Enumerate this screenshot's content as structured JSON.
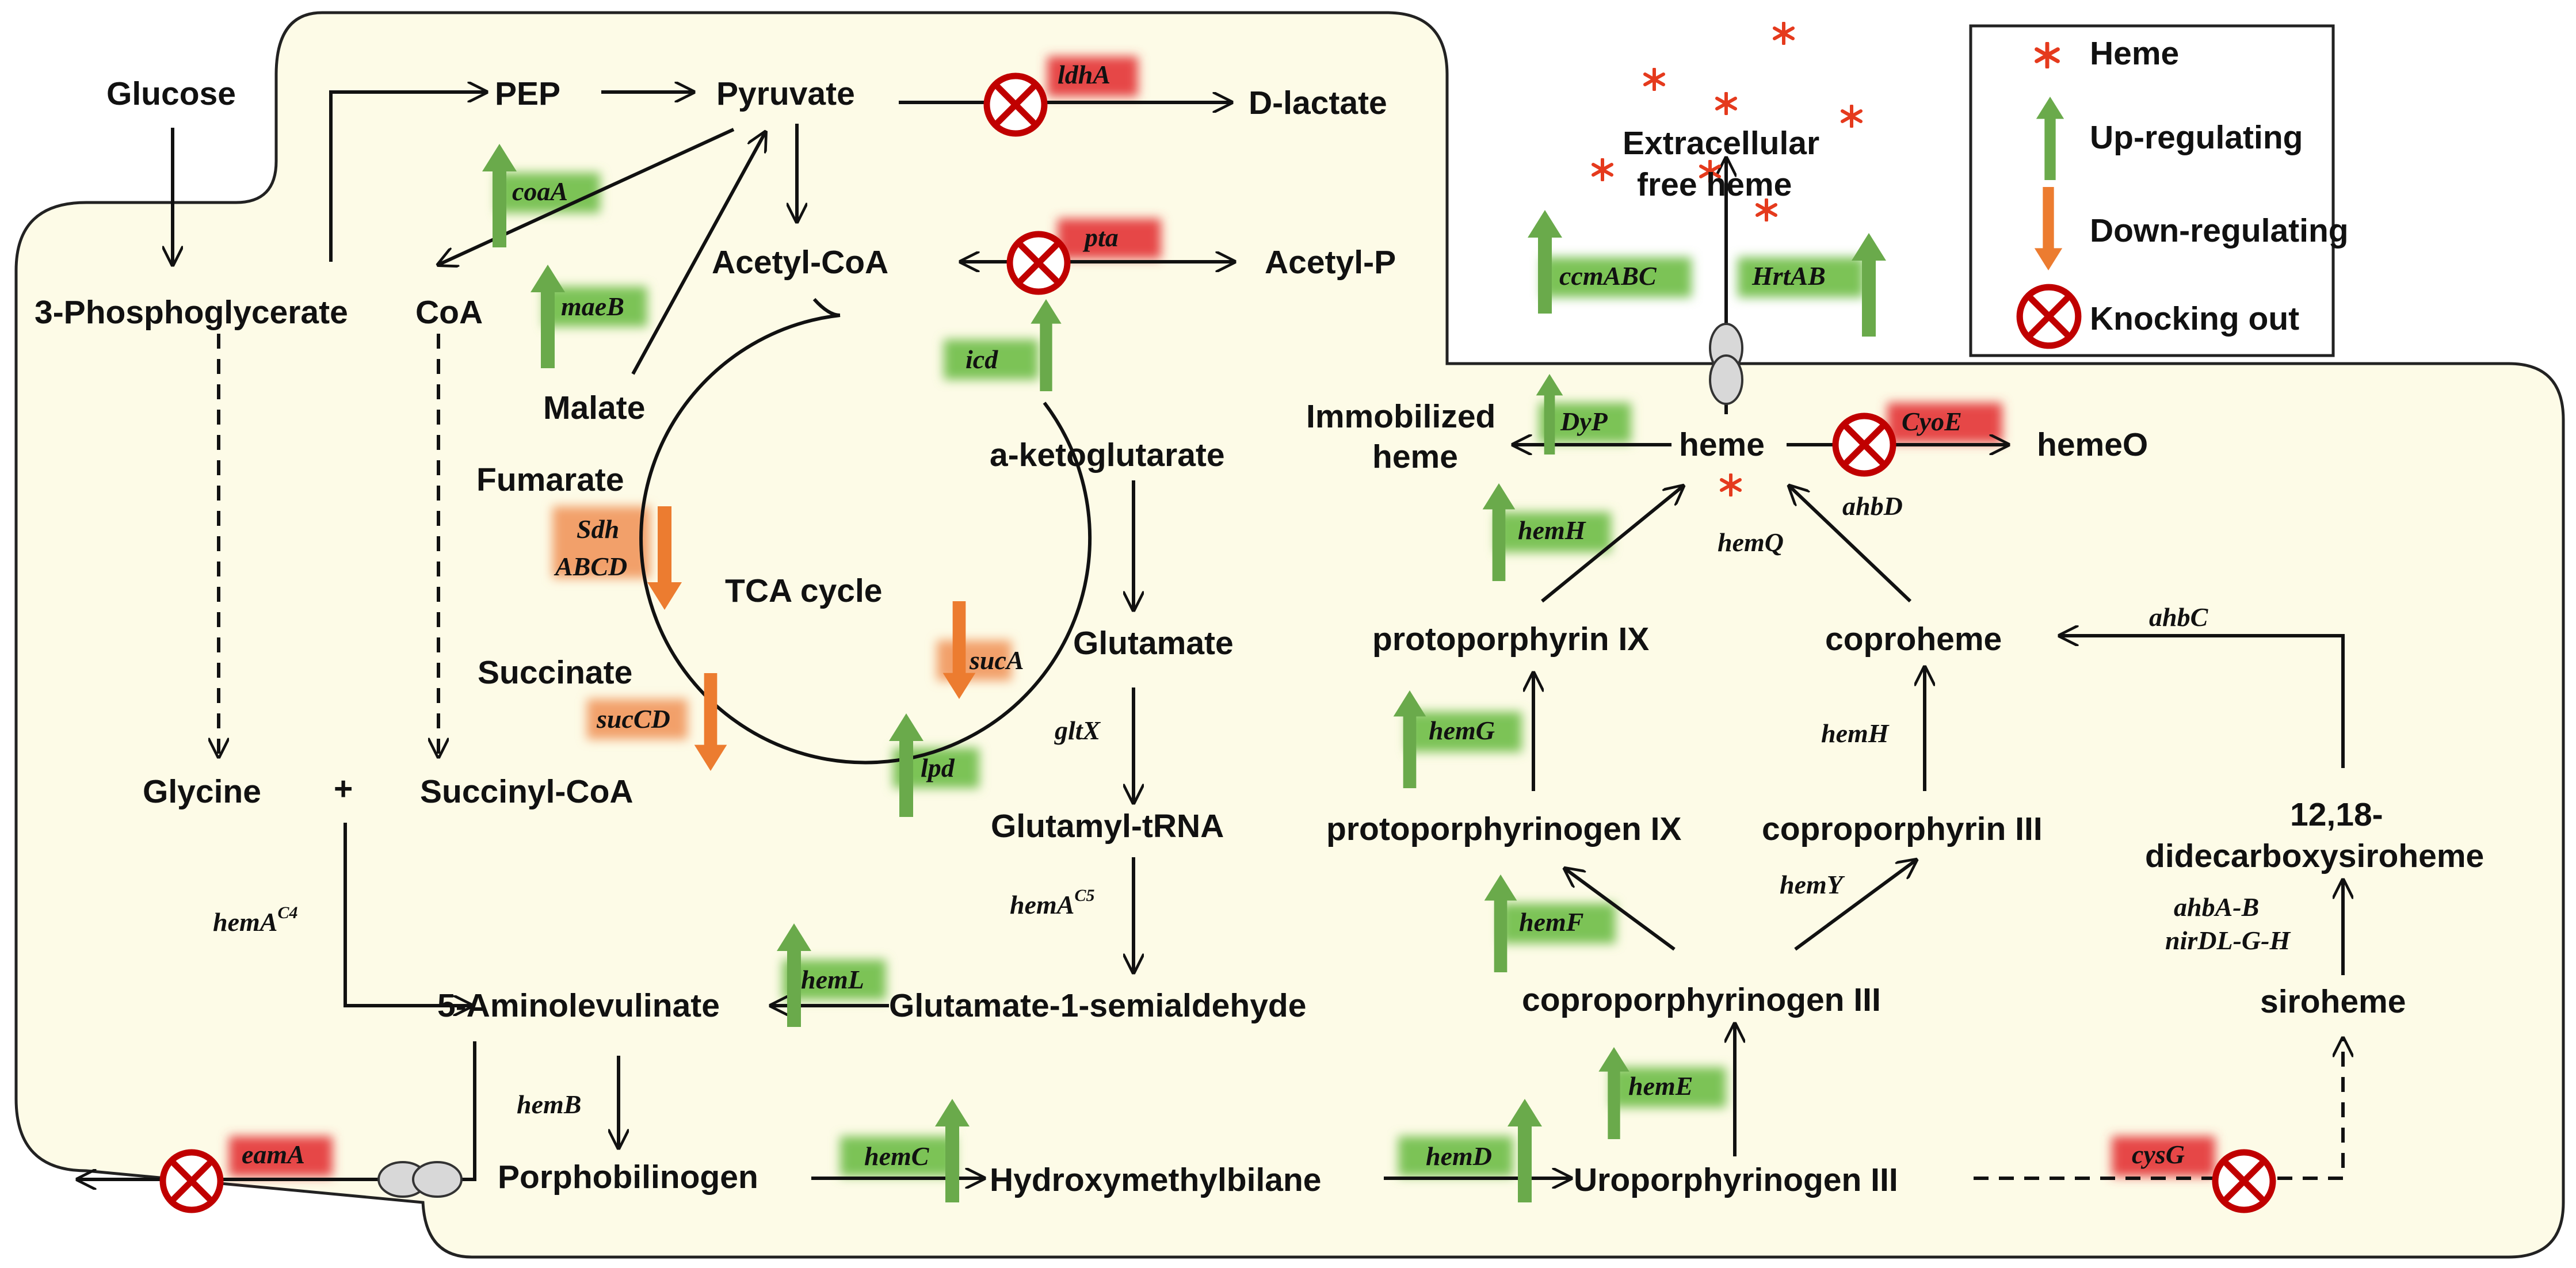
{
  "nodes": {
    "glucose": "Glucose",
    "pep": "PEP",
    "pyruvate": "Pyruvate",
    "d_lactate": "D-lactate",
    "phosphoglycerate": "3-Phosphoglycerate",
    "coa": "CoA",
    "acetyl_coa": "Acetyl-CoA",
    "acetyl_p": "Acetyl-P",
    "malate": "Malate",
    "fumarate": "Fumarate",
    "tca_cycle": "TCA cycle",
    "succinate": "Succinate",
    "succinyl_coa": "Succinyl-CoA",
    "a_ketoglutarate": "a-ketoglutarate",
    "glutamate": "Glutamate",
    "glutamyl_trna": "Glutamyl-tRNA",
    "glutamate_semialdehyde": "Glutamate-1-semialdehyde",
    "glycine": "Glycine",
    "plus": "+",
    "aminolevulinate": "5-Aminolevulinate",
    "porphobilinogen": "Porphobilinogen",
    "hydroxymethylbilane": "Hydroxymethylbilane",
    "uroporphyrinogen": "Uroporphyrinogen III",
    "coproporphyrinogen": "coproporphyrinogen III",
    "protoporphyrinogen": "protoporphyrinogen IX",
    "coproporphyrin": "coproporphyrin III",
    "protoporphyrin": "protoporphyrin IX",
    "coproheme": "coproheme",
    "heme": "heme",
    "hemeo": "hemeO",
    "immobilized_heme_1": "Immobilized",
    "immobilized_heme_2": "heme",
    "extracellular_1": "Extracellular",
    "extracellular_2": "free heme",
    "didecarboxy_1": "12,18-",
    "didecarboxy_2": "didecarboxysiroheme",
    "siroheme": "siroheme"
  },
  "enzymes": {
    "ldhA": "ldhA",
    "pta": "pta",
    "coaA": "coaA",
    "maeB": "maeB",
    "icd": "icd",
    "sdh_1": "Sdh",
    "sdh_2": "ABCD",
    "sucA": "sucA",
    "sucCD": "sucCD",
    "lpd": "lpd",
    "gltX": "gltX",
    "hemA_c5": "hemA",
    "hemA_c5_sup": "C5",
    "hemA_c4": "hemA",
    "hemA_c4_sup": "C4",
    "hemL": "hemL",
    "hemB": "hemB",
    "hemC": "hemC",
    "hemD": "hemD",
    "hemE": "hemE",
    "hemF": "hemF",
    "hemG": "hemG",
    "hemY": "hemY",
    "hemH_proto": "hemH",
    "hemH_copro": "hemH",
    "hemQ": "hemQ",
    "ahbD": "ahbD",
    "ahbC": "ahbC",
    "ahbA_B": "ahbA-B",
    "nirDL_G_H": "nirDL-G-H",
    "DyP": "DyP",
    "CyoE": "CyoE",
    "ccmABC": "ccmABC",
    "HrtAB": "HrtAB",
    "cysG": "cysG",
    "eamA": "eamA"
  },
  "legend": {
    "heme": "Heme",
    "up": "Up-regulating",
    "down": "Down-regulating",
    "knockout": "Knocking out"
  },
  "colors": {
    "cell_fill": "#fdfbe7",
    "up_arrow": "#6aaa4b",
    "up_highlight": "#7cc356",
    "down_arrow": "#ec7c30",
    "down_highlight": "#f2a06a",
    "knockout_highlight": "#e64646",
    "knockout_symbol": "#c00000",
    "heme_star": "#e53a1d"
  },
  "icons": [
    "knockout-icon",
    "up-arrow-icon",
    "down-arrow-icon",
    "heme-star-icon",
    "transporter-icon"
  ]
}
